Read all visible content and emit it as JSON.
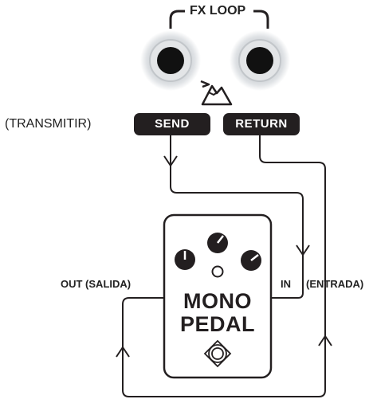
{
  "fx_loop": {
    "title": "FX LOOP"
  },
  "jacks": {
    "send": {
      "label": "SEND"
    },
    "return": {
      "label": "RETURN"
    }
  },
  "annotations": {
    "transmit": "(TRANSMITIR)",
    "out": "OUT (SALIDA)",
    "in": "IN",
    "in_es": "(ENTRADA)"
  },
  "pedal": {
    "line1": "MONO",
    "line2": "PEDAL"
  },
  "colors": {
    "ink": "#231f20",
    "jack_ring": "#d0d3d6",
    "jack_glow": "#e6e8ea",
    "background": "#ffffff"
  },
  "icons": [
    "mountain-icon",
    "footswitch-icon",
    "knob-icon",
    "led-icon"
  ]
}
